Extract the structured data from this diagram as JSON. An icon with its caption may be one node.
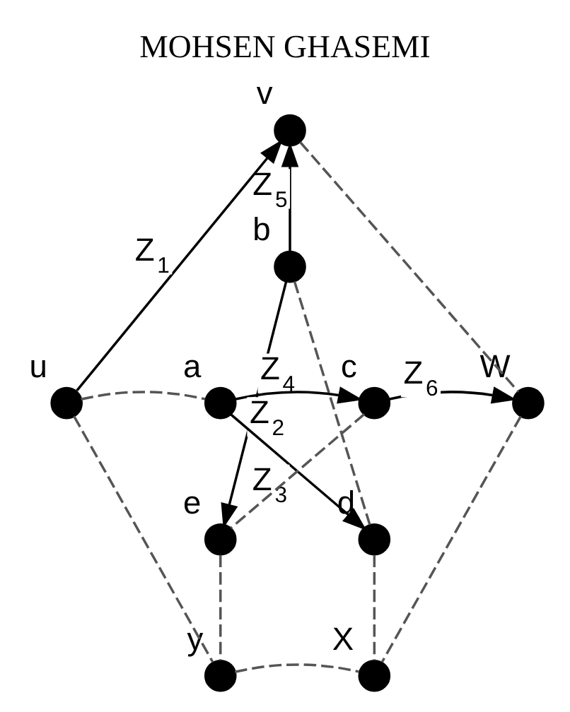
{
  "diagram": {
    "nodes": [
      {
        "text": [],
        "shape": "circle",
        "beside": [
          "v"
        ]
      },
      {
        "text": [],
        "shape": "circle",
        "beside": [
          "b"
        ]
      },
      {
        "text": [],
        "shape": "circle",
        "beside": [
          "u"
        ]
      },
      {
        "text": [],
        "shape": "circle",
        "beside": [
          "a"
        ]
      },
      {
        "text": [],
        "shape": "circle",
        "beside": [
          "c"
        ]
      },
      {
        "text": [],
        "shape": "circle",
        "beside": [
          "W"
        ]
      },
      {
        "text": [],
        "shape": "circle",
        "beside": [
          "e"
        ]
      },
      {
        "text": [],
        "shape": "circle",
        "beside": [
          "d"
        ]
      },
      {
        "text": [],
        "shape": "circle",
        "beside": [
          "y"
        ]
      },
      {
        "text": [],
        "shape": "circle",
        "beside": [
          "X"
        ]
      }
    ],
    "edges": [
      {
        "from": 2,
        "to": 0,
        "arrow": "to",
        "label": "Z$_{1}$"
      },
      {
        "from": 0,
        "to": 5,
        "arrow": "none",
        "style": "dashed"
      },
      {
        "from": 1,
        "to": 0,
        "arrow": "to",
        "label": "Z$_{5}$"
      },
      {
        "from": 1,
        "to": 6,
        "arrow": "to",
        "label": "Z$_{4}$"
      },
      {
        "from": 1,
        "to": 7,
        "arrow": "none",
        "style": "dashed"
      },
      {
        "from": 2,
        "to": 3,
        "arrow": "none",
        "style": "dashed"
      },
      {
        "from": 3,
        "to": 4,
        "arrow": "to",
        "label": "Z$_{2}$"
      },
      {
        "from": 4,
        "to": 5,
        "arrow": "to",
        "label": "Z$_{6}$"
      },
      {
        "from": 3,
        "to": 7,
        "arrow": "to",
        "label": "Z$_{3}$"
      },
      {
        "from": 4,
        "to": 6,
        "arrow": "none",
        "style": "dashed"
      },
      {
        "from": 2,
        "to": 8,
        "arrow": "none",
        "style": "dashed"
      },
      {
        "from": 5,
        "to": 9,
        "arrow": "none",
        "style": "dashed"
      },
      {
        "from": 6,
        "to": 8,
        "arrow": "none",
        "style": "dashed"
      },
      {
        "from": 7,
        "to": 9,
        "arrow": "none",
        "style": "dashed"
      },
      {
        "from": 8,
        "to": 9,
        "arrow": "none",
        "style": "dashed"
      }
    ],
    "title": "MOHSEN GHASEMI"
  }
}
